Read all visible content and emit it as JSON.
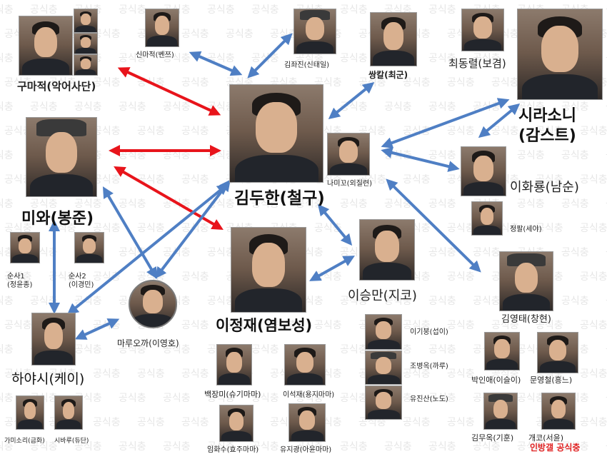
{
  "watermark_text": "공식충",
  "colors": {
    "enemy_arrow": "#e8141b",
    "link_arrow": "#4f7fc4",
    "credit": "#e02020"
  },
  "characters": {
    "kim_duhan": "김두한(철구)",
    "guma": "구마적(악어사단)",
    "shinma": "신마적(벤쯔)",
    "kim_jwajin": "김좌진(신태일)",
    "ssangkal": "쌍칼(최군)",
    "choi_dongyeol": "최동렬(보겸)",
    "shirasoni_line1": "시라소니",
    "shirasoni_line2": "(감스트)",
    "nameiko": "나미꼬(외질련)",
    "lee_hwaryong": "이화룡(남순)",
    "jeongpal": "정팔(세야)",
    "miwa": "미와(봉준)",
    "sunsa1_line1": "순사1",
    "sunsa1_line2": "(정윤종)",
    "sunsa2_line1": "순사2",
    "sunsa2_line2": "(이경민)",
    "lee_seungman": "이승만(지코)",
    "lee_jeongjae": "이정재(염보성)",
    "maruoka": "마루오까(이영호)",
    "hayashi": "하야시(케이)",
    "kim_yeongtae": "김영태(창현)",
    "lee_gibung": "이기붕(섭이)",
    "jo_byeongok": "조병옥(까루)",
    "yu_jinsan": "유진산(노도)",
    "baek_jangmi": "백장미(슈기마마)",
    "lee_seokjae": "이석재(용지마마)",
    "park_inae": "박인애(이슬이)",
    "mun_yeongcheol": "문영철(흥느)",
    "gamisori": "가미소리(금화)",
    "sibaru": "시바루(듀단)",
    "im_hwasu": "임화수(효주마마)",
    "yu_jigwang": "유지광(아윤마마)",
    "kim_muok": "김무옥(기훈)",
    "gaekko": "개코(서윤)"
  },
  "credit": "인방갤 공식충"
}
